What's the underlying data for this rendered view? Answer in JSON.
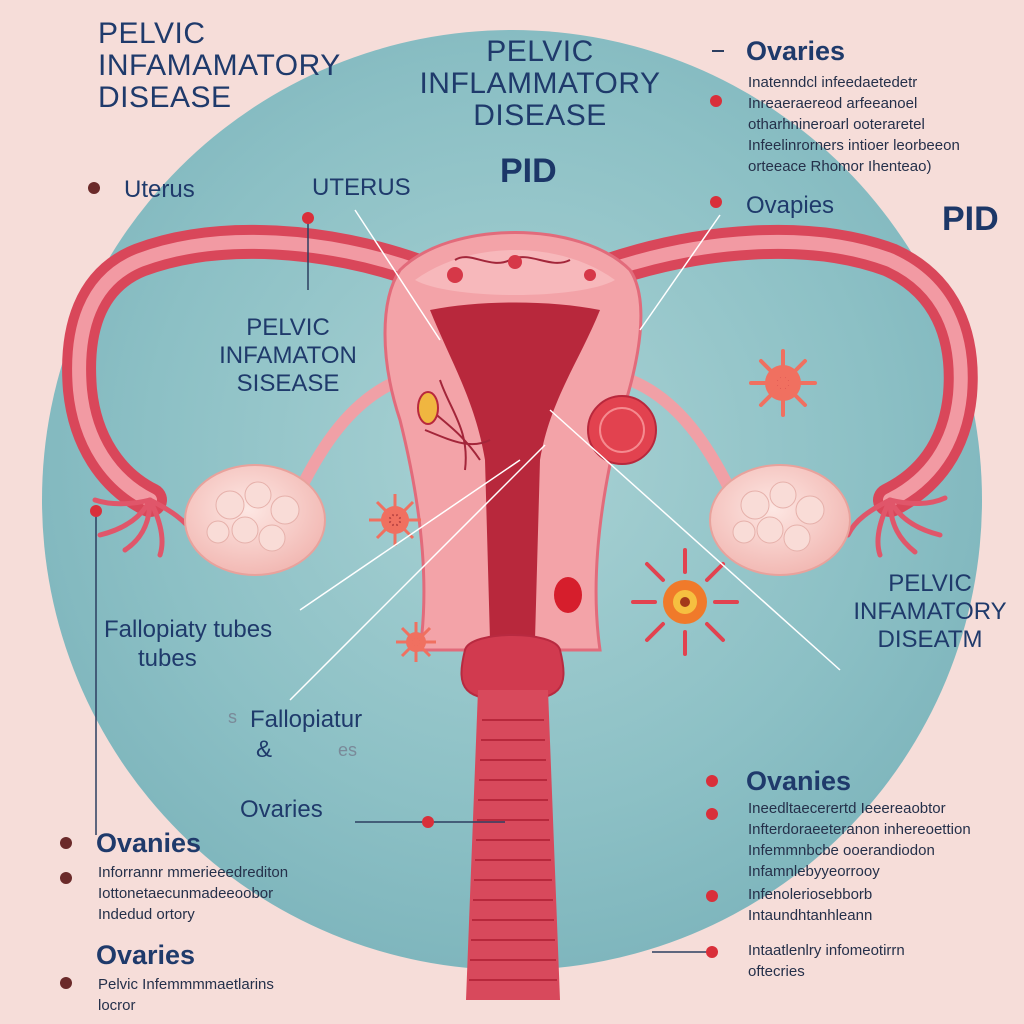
{
  "titles": {
    "top_left": [
      "PELVIC",
      "INFAMAMATORY",
      "DISEASE"
    ],
    "center": [
      "PELVIC",
      "INFLAMMATORY",
      "DISEASE"
    ],
    "center_pid": "PID",
    "right_pid": "PID"
  },
  "labels": {
    "uterus_left": "Uterus",
    "uterus_center": "UTERUS",
    "inner_pelvic": [
      "PELVIC",
      "INFAMATON",
      "SISEASE"
    ],
    "right_pelvic": [
      "PELVIC",
      "INFAMATORY",
      "DISEATM"
    ],
    "fallopian_1": "Fallopiaty tubes",
    "fallopian_1b": "tubes",
    "fallopian_2": "Fallopiatur",
    "fallopian_2b": "&",
    "fallopian_2c": "s",
    "fallopian_2d": "es",
    "ovaries_top_right": "Ovaries",
    "ovaries_right_mid": "Ovapies",
    "ovaries_center_bottom": "Ovaries",
    "ovaries_bottom_left_1": "Ovanies",
    "ovaries_bottom_left_2": "Ovaries",
    "ovaries_bottom_right": "Ovanies"
  },
  "garbled": {
    "top_right": [
      "Inatenndcl infeedaetedetr",
      "Inreaeraereod arfeeanoel",
      "otharhnineroarl ooteraretel",
      "Infeelinrorners intioer leorbeeon",
      "orteeace    Rhomor Ihenteao)"
    ],
    "bottom_left_1": [
      "Inforrannr mmerieeedrediton",
      "Iottonetaecunmadeeoobor",
      "Indedud ortory"
    ],
    "bottom_left_2": [
      "Pelvic Infemmmmaetlarins",
      "locror"
    ],
    "bottom_right_1": [
      "Ineedltaecerertd Ieeereaobtor",
      "Infterdoraeeteranon inhereoettion",
      "Infemmnbcbe ooerandiodon",
      "Infamnlebyyeorrooy"
    ],
    "bottom_right_2": [
      "Infenoleriosebborb",
      "Intaundhtanhleann"
    ],
    "bottom_right_3": [
      "Intaatlenlry infomeotirrn",
      "oftecries"
    ]
  },
  "colors": {
    "background": "#f6ddd9",
    "circle": "#8ec3c8",
    "tissue": "#f3a3a8",
    "tissue_dark": "#c8304a",
    "label_navy": "#1c3768",
    "marker_red": "#d92f3a"
  }
}
